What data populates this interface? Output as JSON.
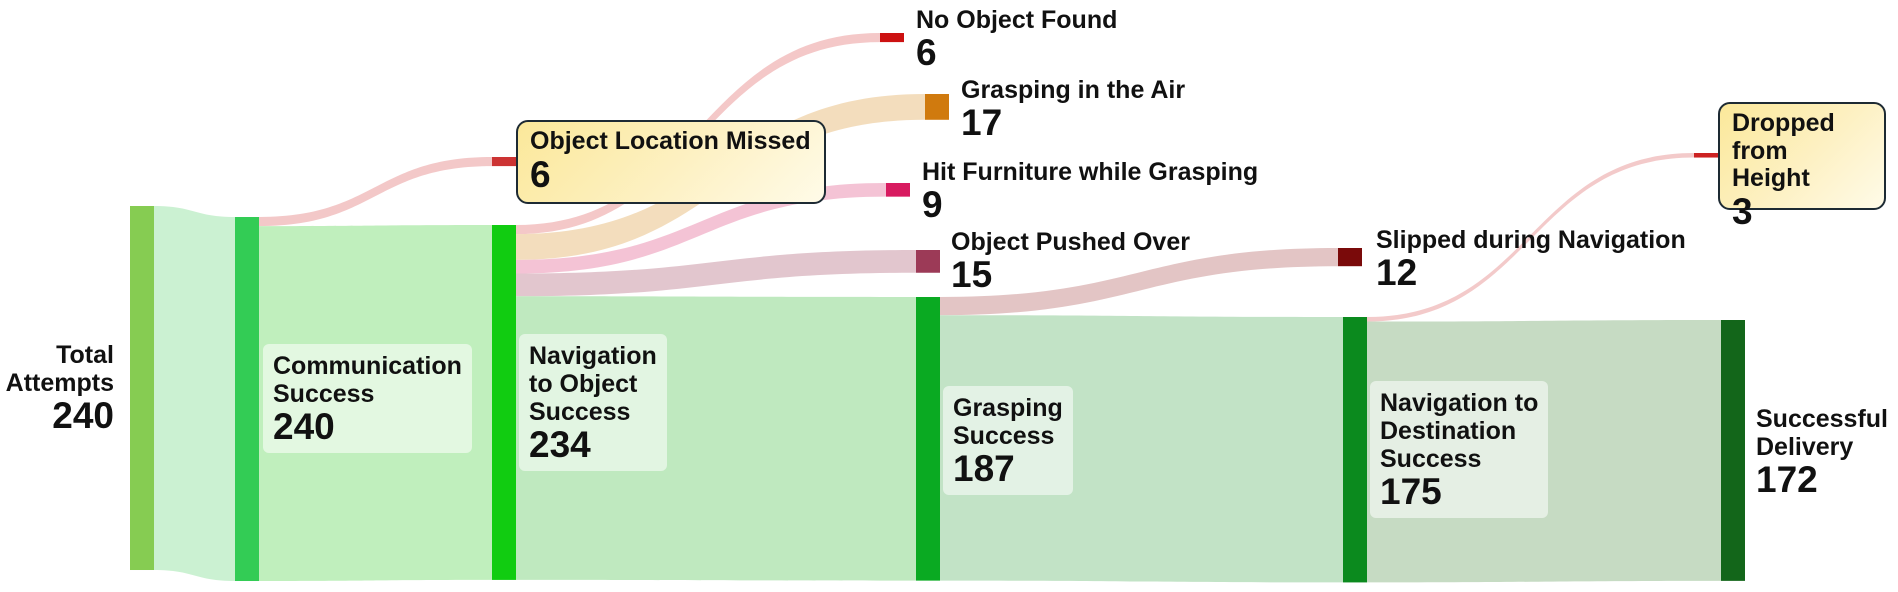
{
  "chart_data": {
    "type": "sankey",
    "nodes": {
      "total": {
        "label": "Total\nAttempts",
        "value": 240
      },
      "comm": {
        "label": "Communication\nSuccess",
        "value": 240
      },
      "nav_obj": {
        "label": "Navigation\nto Object\nSuccess",
        "value": 234
      },
      "grasp": {
        "label": "Grasping\nSuccess",
        "value": 187
      },
      "nav_dest": {
        "label": "Navigation to\nDestination\nSuccess",
        "value": 175
      },
      "delivery": {
        "label": "Successful\nDelivery",
        "value": 172
      },
      "obj_loc_missed": {
        "label": "Object Location Missed",
        "value": 6
      },
      "no_obj_found": {
        "label": "No Object Found",
        "value": 6
      },
      "grasp_air": {
        "label": "Grasping in the Air",
        "value": 17
      },
      "hit_furniture": {
        "label": "Hit Furniture while Grasping",
        "value": 9
      },
      "pushed_over": {
        "label": "Object Pushed Over",
        "value": 15
      },
      "slipped_nav": {
        "label": "Slipped during Navigation",
        "value": 12
      },
      "dropped_height": {
        "label": "Dropped\nfrom Height",
        "value": 3
      }
    },
    "links": [
      {
        "source": "total",
        "target": "comm",
        "value": 240
      },
      {
        "source": "comm",
        "target": "obj_loc_missed",
        "value": 6
      },
      {
        "source": "comm",
        "target": "nav_obj",
        "value": 234
      },
      {
        "source": "nav_obj",
        "target": "no_obj_found",
        "value": 6
      },
      {
        "source": "nav_obj",
        "target": "grasp_air",
        "value": 17
      },
      {
        "source": "nav_obj",
        "target": "hit_furniture",
        "value": 9
      },
      {
        "source": "nav_obj",
        "target": "pushed_over",
        "value": 15
      },
      {
        "source": "nav_obj",
        "target": "grasp",
        "value": 187
      },
      {
        "source": "grasp",
        "target": "slipped_nav",
        "value": 12
      },
      {
        "source": "grasp",
        "target": "nav_dest",
        "value": 175
      },
      {
        "source": "nav_dest",
        "target": "dropped_height",
        "value": 3
      },
      {
        "source": "nav_dest",
        "target": "delivery",
        "value": 172
      }
    ],
    "node_colors": {
      "total": "#86cc52",
      "comm": "#33cc55",
      "nav_obj": "#11cc11",
      "grasp": "#0aaa22",
      "nav_dest": "#0b8a1e",
      "delivery": "#13661a",
      "obj_loc_missed": "#cc3333",
      "no_obj_found": "#cc1111",
      "grasp_air": "#d07a0e",
      "hit_furniture": "#d81b60",
      "pushed_over": "#9c3a57",
      "slipped_nav": "#7a0a0a",
      "dropped_height": "#cc2222"
    }
  }
}
